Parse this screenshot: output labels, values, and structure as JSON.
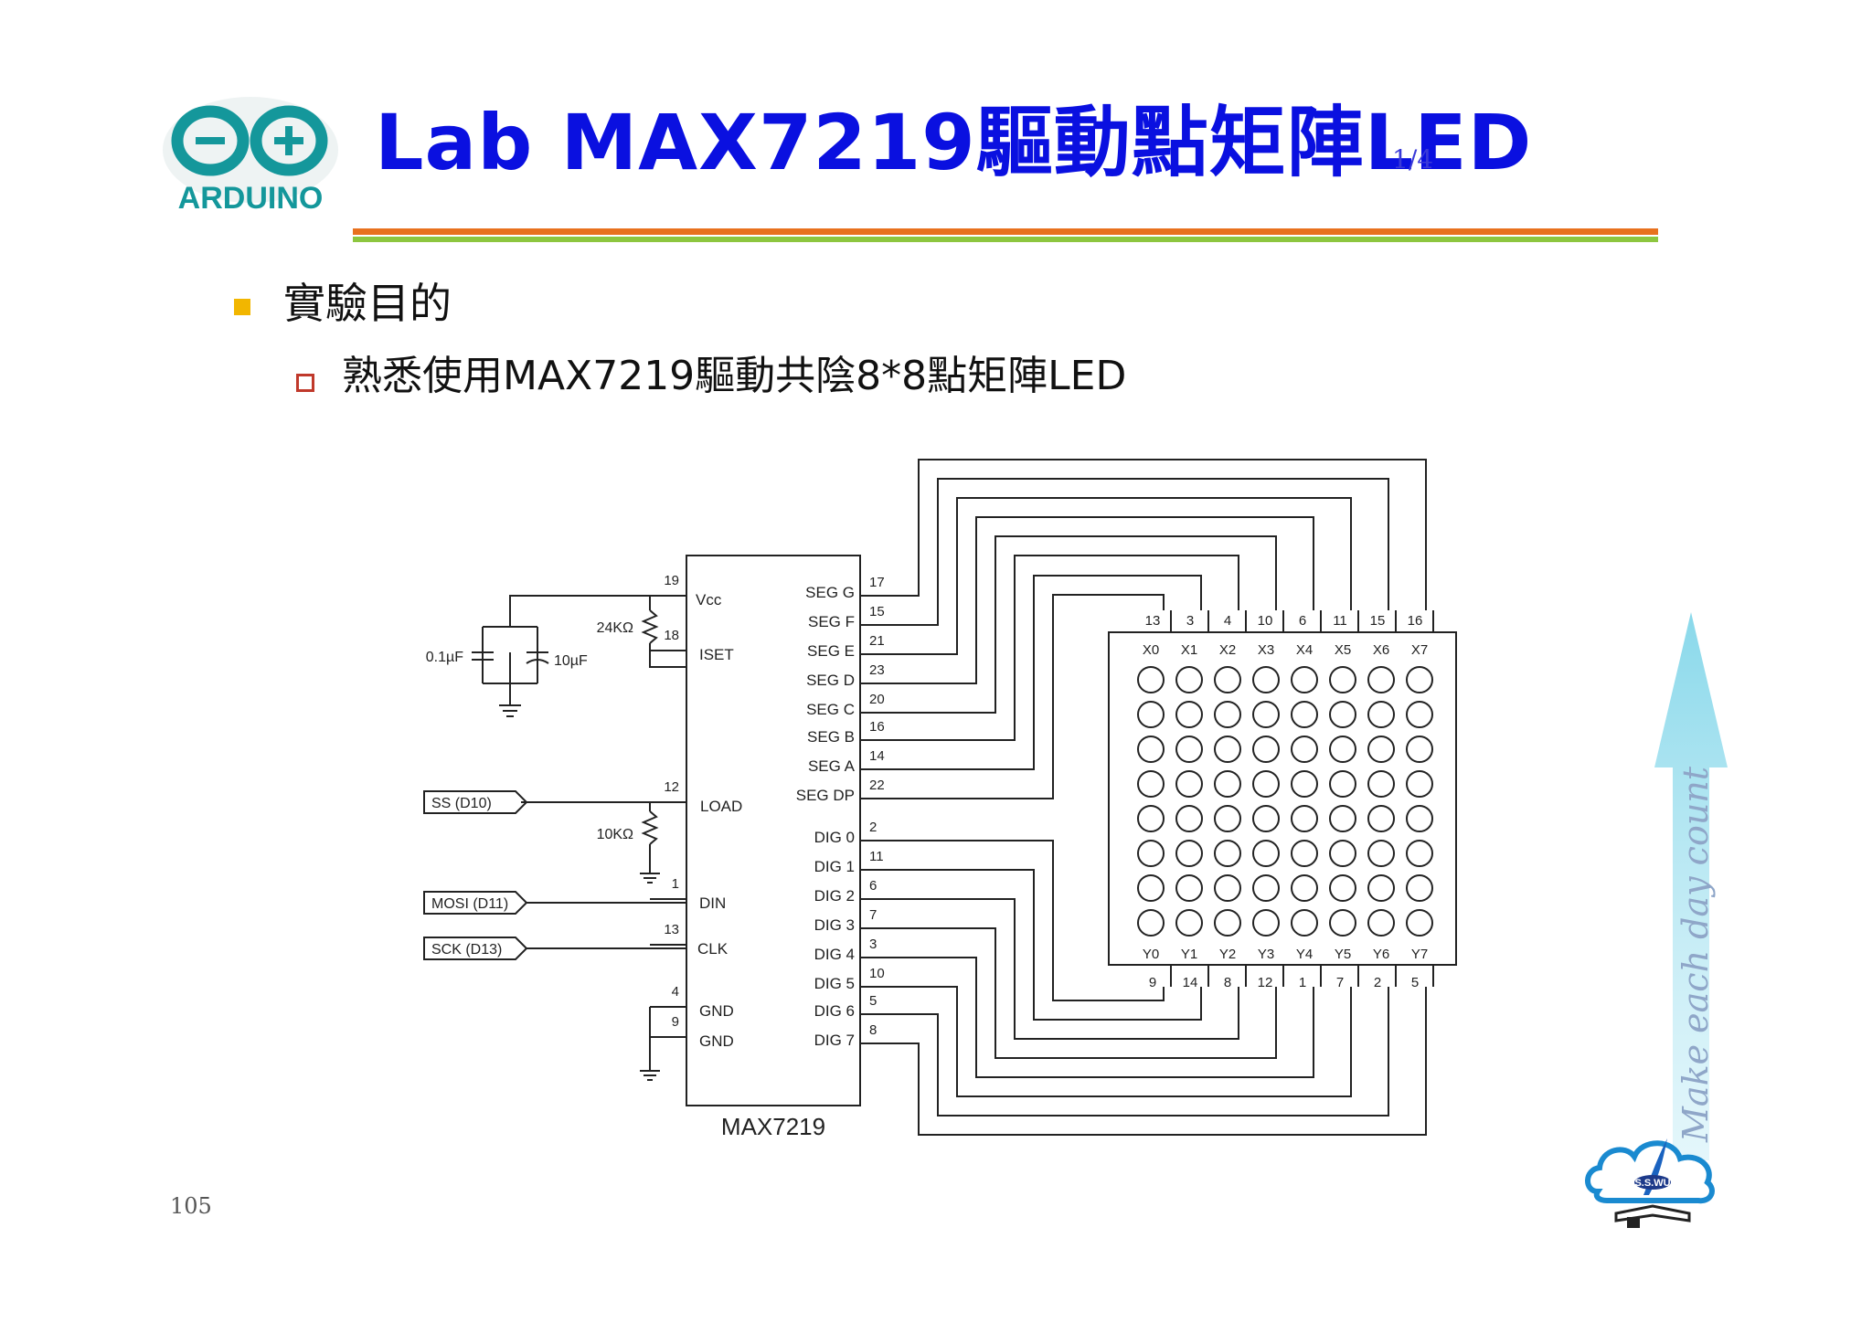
{
  "logo": {
    "text": "ARDUINO",
    "colors": {
      "teal": "#14979b",
      "text": "#14979b"
    }
  },
  "title": {
    "main": "Lab MAX7219驅動點矩陣LED",
    "page_fraction": "1/4",
    "color": "#0a10e0"
  },
  "bullets": [
    {
      "text": "實驗目的",
      "marker_color": "#f2b600"
    },
    {
      "text": "熟悉使用MAX7219驅動共陰8*8點矩陣LED",
      "marker_color": "#c0392b"
    }
  ],
  "schematic": {
    "chip_name": "MAX7219",
    "left_pins": [
      {
        "num": "19",
        "label": "Vcc"
      },
      {
        "num": "18",
        "label": "ISET"
      },
      {
        "num": "12",
        "label": "LOAD"
      },
      {
        "num": "1",
        "label": "DIN"
      },
      {
        "num": "13",
        "label": "CLK"
      },
      {
        "num": "4",
        "label": "GND"
      },
      {
        "num": "9",
        "label": "GND"
      }
    ],
    "seg_pins": [
      {
        "num": "17",
        "label": "SEG G"
      },
      {
        "num": "15",
        "label": "SEG F"
      },
      {
        "num": "21",
        "label": "SEG E"
      },
      {
        "num": "23",
        "label": "SEG D"
      },
      {
        "num": "20",
        "label": "SEG C"
      },
      {
        "num": "16",
        "label": "SEG B"
      },
      {
        "num": "14",
        "label": "SEG A"
      },
      {
        "num": "22",
        "label": "SEG DP"
      }
    ],
    "dig_pins": [
      {
        "num": "2",
        "label": "DIG 0"
      },
      {
        "num": "11",
        "label": "DIG 1"
      },
      {
        "num": "6",
        "label": "DIG 2"
      },
      {
        "num": "7",
        "label": "DIG 3"
      },
      {
        "num": "3",
        "label": "DIG 4"
      },
      {
        "num": "10",
        "label": "DIG 5"
      },
      {
        "num": "5",
        "label": "DIG 6"
      },
      {
        "num": "8",
        "label": "DIG 7"
      }
    ],
    "inputs": [
      "SS (D10)",
      "MOSI (D11)",
      "SCK (D13)"
    ],
    "components": {
      "cap1": "0.1µF",
      "cap2": "10µF",
      "r_iset": "24KΩ",
      "r_load": "10KΩ"
    },
    "matrix": {
      "x_labels": [
        "X0",
        "X1",
        "X2",
        "X3",
        "X4",
        "X5",
        "X6",
        "X7"
      ],
      "y_labels": [
        "Y0",
        "Y1",
        "Y2",
        "Y3",
        "Y4",
        "Y5",
        "Y6",
        "Y7"
      ],
      "top_pins": [
        "13",
        "3",
        "4",
        "10",
        "6",
        "11",
        "15",
        "16"
      ],
      "bottom_pins": [
        "9",
        "14",
        "8",
        "12",
        "1",
        "7",
        "2",
        "5"
      ],
      "rows": 8,
      "cols": 8
    }
  },
  "watermark": "Make each day count",
  "brand": "S.S.WU",
  "page_number": "105"
}
